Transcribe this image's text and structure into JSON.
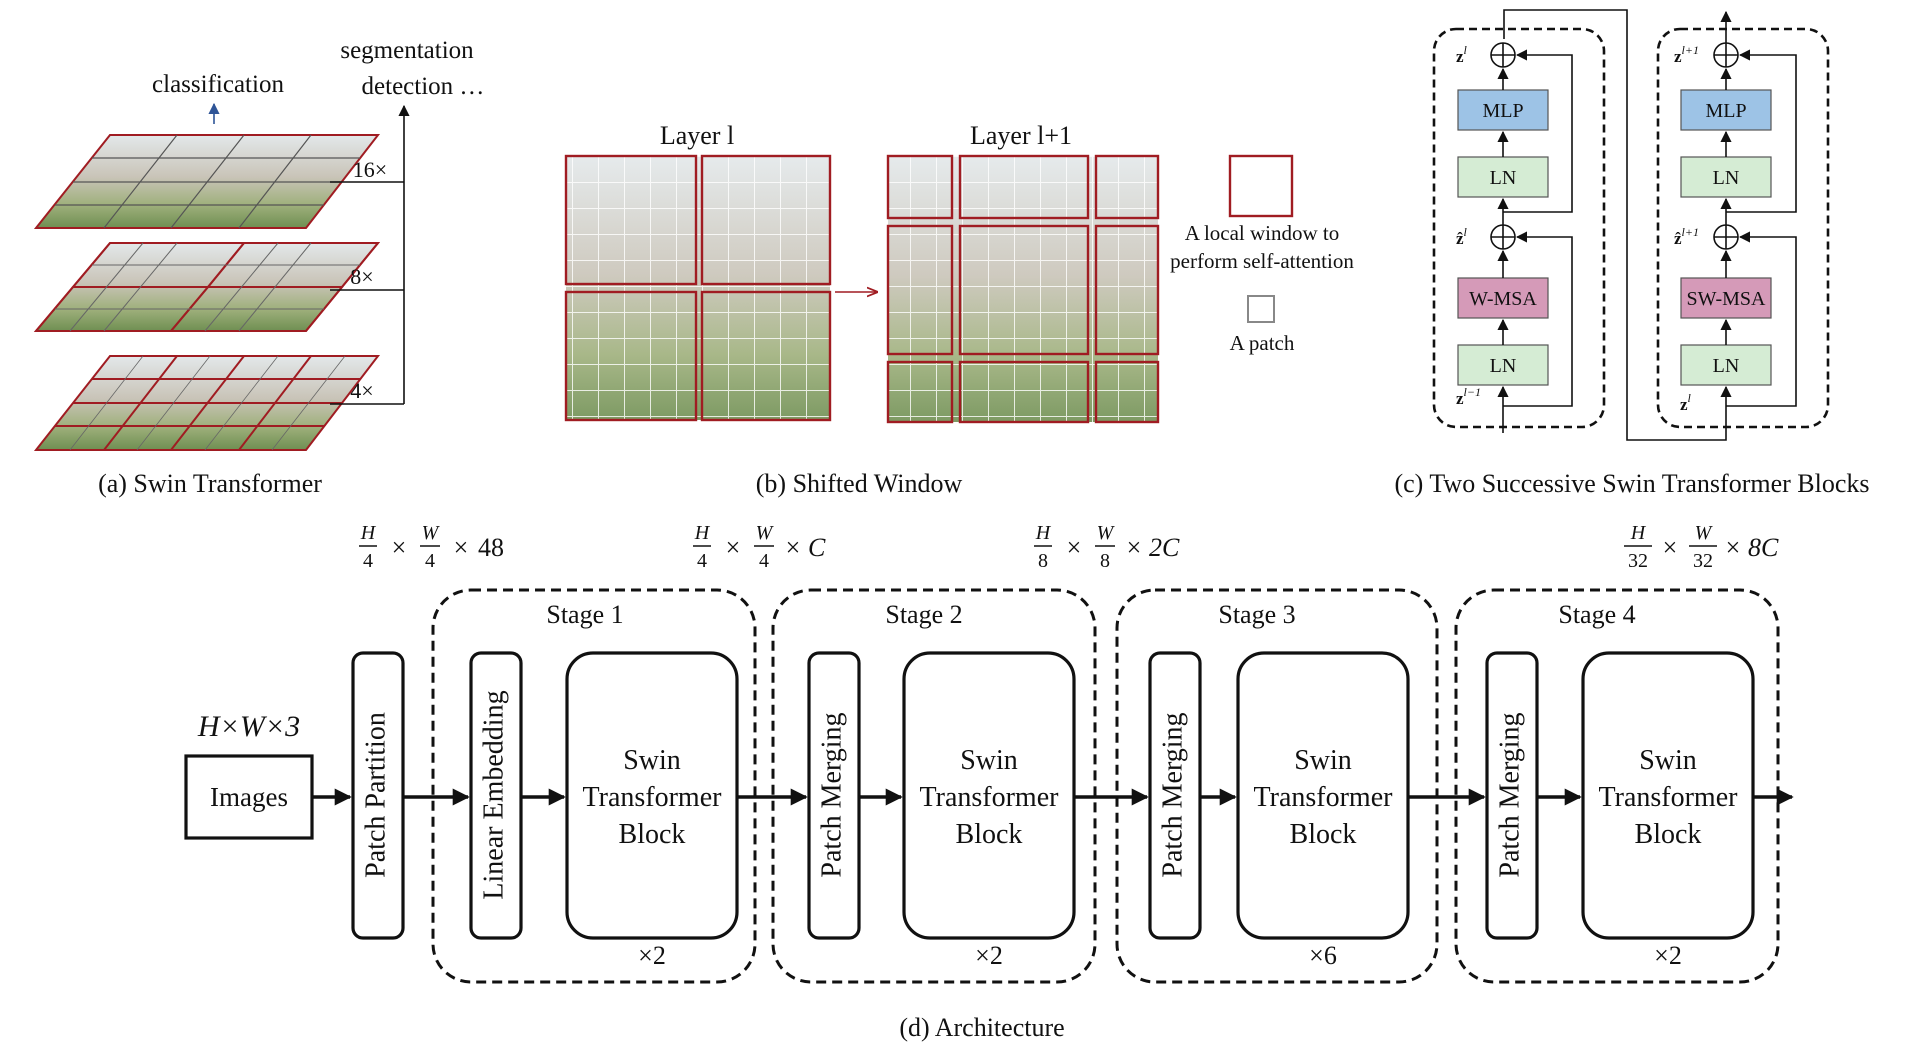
{
  "panel_a": {
    "caption": "(a) Swin Transformer",
    "top_label": "classification",
    "right_label_1": "segmentation",
    "right_label_2": "detection …",
    "scale_16": "16×",
    "scale_8": "8×",
    "scale_4": "4×"
  },
  "panel_b": {
    "caption": "(b) Shifted Window",
    "layer_l": "Layer l",
    "layer_l1": "Layer l+1",
    "legend_window_1": "A local window to",
    "legend_window_2": "perform self-attention",
    "legend_patch": "A patch"
  },
  "panel_c": {
    "caption": "(c) Two Successive Swin Transformer Blocks",
    "block1": {
      "mlp": "MLP",
      "ln_top": "LN",
      "attn": "W-MSA",
      "ln_bottom": "LN"
    },
    "block2": {
      "mlp": "MLP",
      "ln_top": "LN",
      "attn": "SW-MSA",
      "ln_bottom": "LN"
    },
    "z_base": "z",
    "z_hat_base": "ẑ",
    "sup_l": "l",
    "sup_l_plus_1": "l+1",
    "sup_l_minus_1": "l−1"
  },
  "panel_d": {
    "caption": "(d) Architecture",
    "input_dim": "H×W×3",
    "images_label": "Images",
    "patch_partition": "Patch Partition",
    "stages": [
      {
        "title": "Stage 1",
        "first_op": "Linear Embedding",
        "block_line1": "Swin",
        "block_line2": "Transformer",
        "block_line3": "Block",
        "repeat": "×2",
        "dim_h": "H",
        "dim_hden": "4",
        "dim_w": "W",
        "dim_wden": "4",
        "dim_c": "C"
      },
      {
        "title": "Stage 2",
        "first_op": "Patch Merging",
        "block_line1": "Swin",
        "block_line2": "Transformer",
        "block_line3": "Block",
        "repeat": "×2",
        "dim_h": "H",
        "dim_hden": "8",
        "dim_w": "W",
        "dim_wden": "8",
        "dim_c": "2C"
      },
      {
        "title": "Stage 3",
        "first_op": "Patch Merging",
        "block_line1": "Swin",
        "block_line2": "Transformer",
        "block_line3": "Block",
        "repeat": "×6",
        "dim_h": "",
        "dim_hden": "",
        "dim_w": "",
        "dim_wden": "",
        "dim_c": ""
      },
      {
        "title": "Stage 4",
        "first_op": "Patch Merging",
        "block_line1": "Swin",
        "block_line2": "Transformer",
        "block_line3": "Block",
        "repeat": "×2",
        "dim_h": "H",
        "dim_hden": "32",
        "dim_w": "W",
        "dim_wden": "32",
        "dim_c": "8C"
      }
    ],
    "dim_partition": {
      "h": "H",
      "hden": "4",
      "w": "W",
      "wden": "4",
      "c": "48"
    },
    "times_sign": "×"
  },
  "colors": {
    "window_border": "#a01c22",
    "mlp_fill": "#9dc3e6",
    "ln_fill": "#d5ecd4",
    "attn_fill": "#d59ab8",
    "classification_arrow": "#2f5597",
    "image_foliage": "#8fa56b",
    "image_sky": "#dfe5e8",
    "image_castle": "#bdb7ab"
  },
  "icons": [
    "up-arrow-icon",
    "right-arrow-icon",
    "residual-add-icon"
  ]
}
